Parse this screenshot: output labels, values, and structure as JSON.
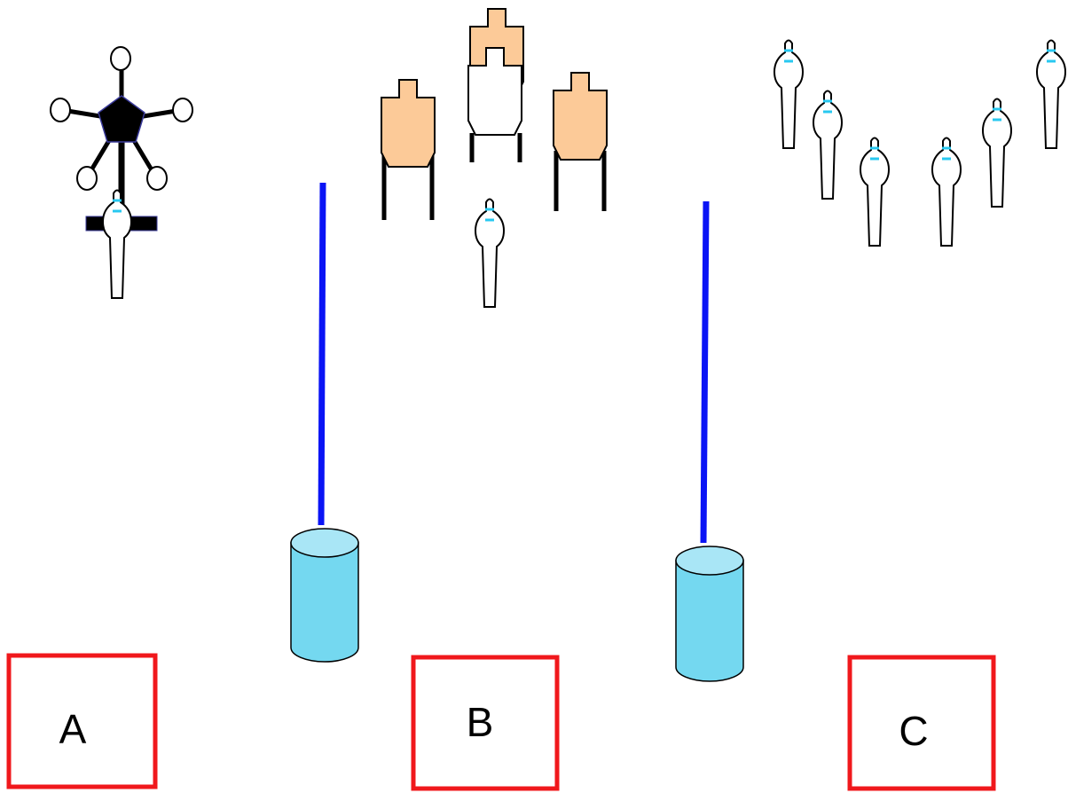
{
  "colors": {
    "fault_line": "#0a14f5",
    "barrel_fill": "#74d8f0",
    "barrel_top": "#a9e6f6",
    "shooting_box": "#f0181c",
    "cardboard_target": "#fcca98",
    "popper_band": "#28c8f0",
    "ink": "#000000"
  },
  "shooting_boxes": [
    {
      "label": "A"
    },
    {
      "label": "B"
    },
    {
      "label": "C"
    }
  ],
  "targets": {
    "no_shoot_cardboard_count": 1,
    "cardboard_count": 3,
    "pepper_popper_count": 8,
    "barrel_count": 2,
    "fault_line_count": 2
  }
}
